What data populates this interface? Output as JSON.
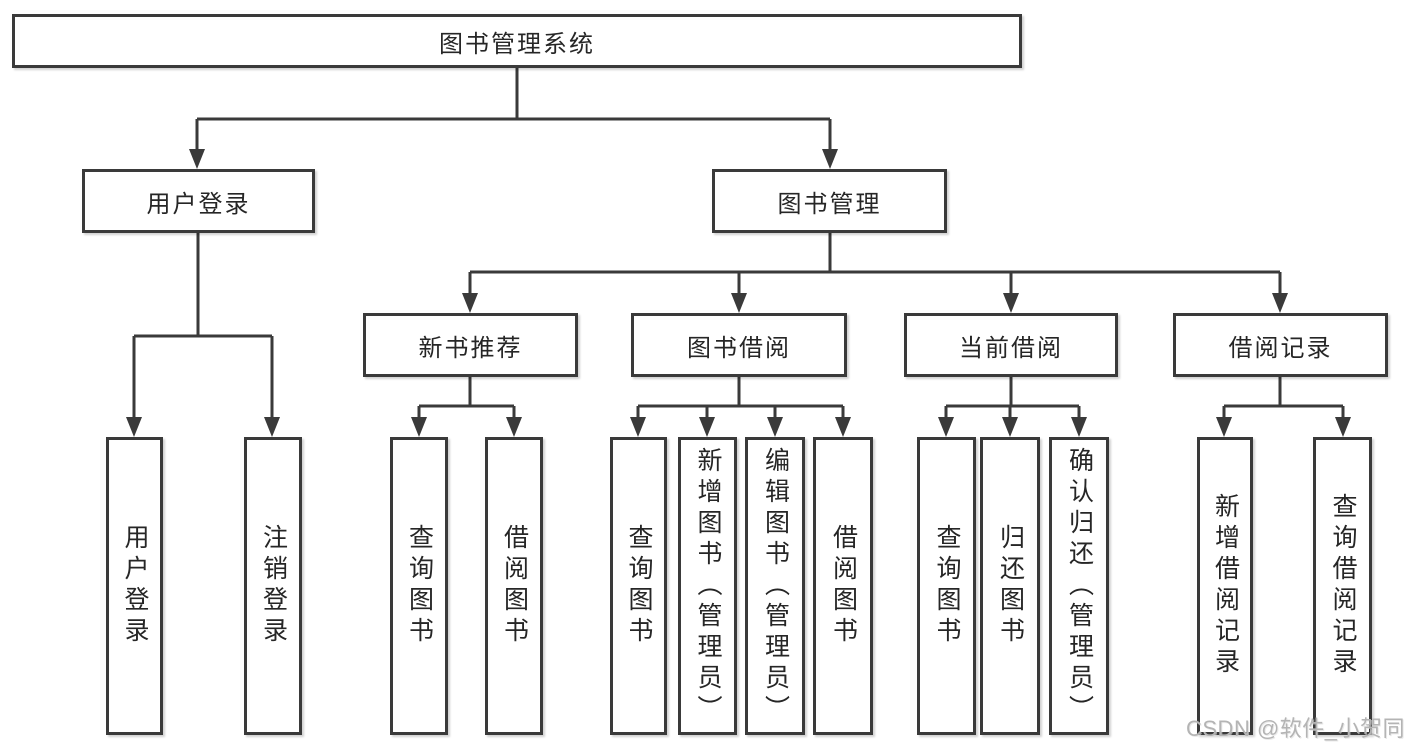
{
  "colors": {
    "line": "#3a3a3a",
    "text": "#262626",
    "background": "#ffffff",
    "watermark": "#b4b4b4"
  },
  "diagram": {
    "type": "hierarchy-tree",
    "root": {
      "label": "图书管理系统"
    },
    "level2": [
      {
        "label": "用户登录",
        "parent": "图书管理系统"
      },
      {
        "label": "图书管理",
        "parent": "图书管理系统"
      }
    ],
    "level3": [
      {
        "label": "新书推荐",
        "parent": "图书管理"
      },
      {
        "label": "图书借阅",
        "parent": "图书管理"
      },
      {
        "label": "当前借阅",
        "parent": "图书管理"
      },
      {
        "label": "借阅记录",
        "parent": "图书管理"
      }
    ],
    "leaves": [
      {
        "label": "用户登录",
        "parent": "用户登录"
      },
      {
        "label": "注销登录",
        "parent": "用户登录"
      },
      {
        "label": "查询图书",
        "parent": "新书推荐"
      },
      {
        "label": "借阅图书",
        "parent": "新书推荐"
      },
      {
        "label": "查询图书",
        "parent": "图书借阅"
      },
      {
        "label": "新增图书（管理员）",
        "parent": "图书借阅"
      },
      {
        "label": "编辑图书（管理员）",
        "parent": "图书借阅"
      },
      {
        "label": "借阅图书",
        "parent": "图书借阅"
      },
      {
        "label": "查询图书",
        "parent": "当前借阅"
      },
      {
        "label": "归还图书",
        "parent": "当前借阅"
      },
      {
        "label": "确认归还（管理员）",
        "parent": "当前借阅"
      },
      {
        "label": "新增借阅记录",
        "parent": "借阅记录"
      },
      {
        "label": "查询借阅记录",
        "parent": "借阅记录"
      }
    ]
  },
  "watermark": {
    "text": "CSDN @软件_小贺同学"
  }
}
